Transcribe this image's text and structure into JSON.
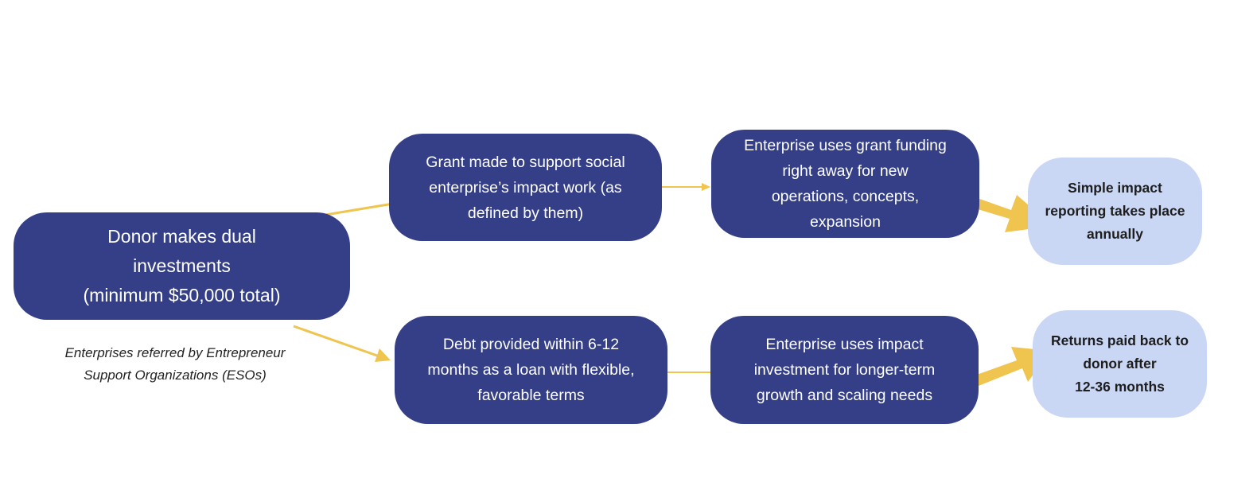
{
  "colors": {
    "dark_box": "#343f87",
    "light_box": "#c9d7f4",
    "arrow": "#efc44f",
    "white_text": "#ffffff",
    "dark_text": "#1d1d1d"
  },
  "donor": {
    "lines": [
      "Donor makes dual",
      "investments",
      "(minimum $50,000 total)"
    ]
  },
  "referral_note": {
    "lines": [
      "Enterprises referred by Entrepreneur",
      "Support Organizations (ESOs)"
    ]
  },
  "grant_track": {
    "step1": [
      "Grant made to support social",
      "enterprise’s impact work (as",
      "defined by them)"
    ],
    "step2": [
      "Enterprise uses grant funding",
      "right away for new",
      "operations, concepts,",
      "expansion"
    ],
    "outcome": [
      "Simple impact",
      "reporting takes place",
      "annually"
    ]
  },
  "debt_track": {
    "step1": [
      "Debt provided within 6-12",
      "months as a loan with flexible,",
      "favorable terms"
    ],
    "step2": [
      "Enterprise uses impact",
      "investment for longer-term",
      "growth and scaling needs"
    ],
    "outcome": [
      "Returns paid back to",
      "donor after",
      "12-36 months"
    ]
  }
}
